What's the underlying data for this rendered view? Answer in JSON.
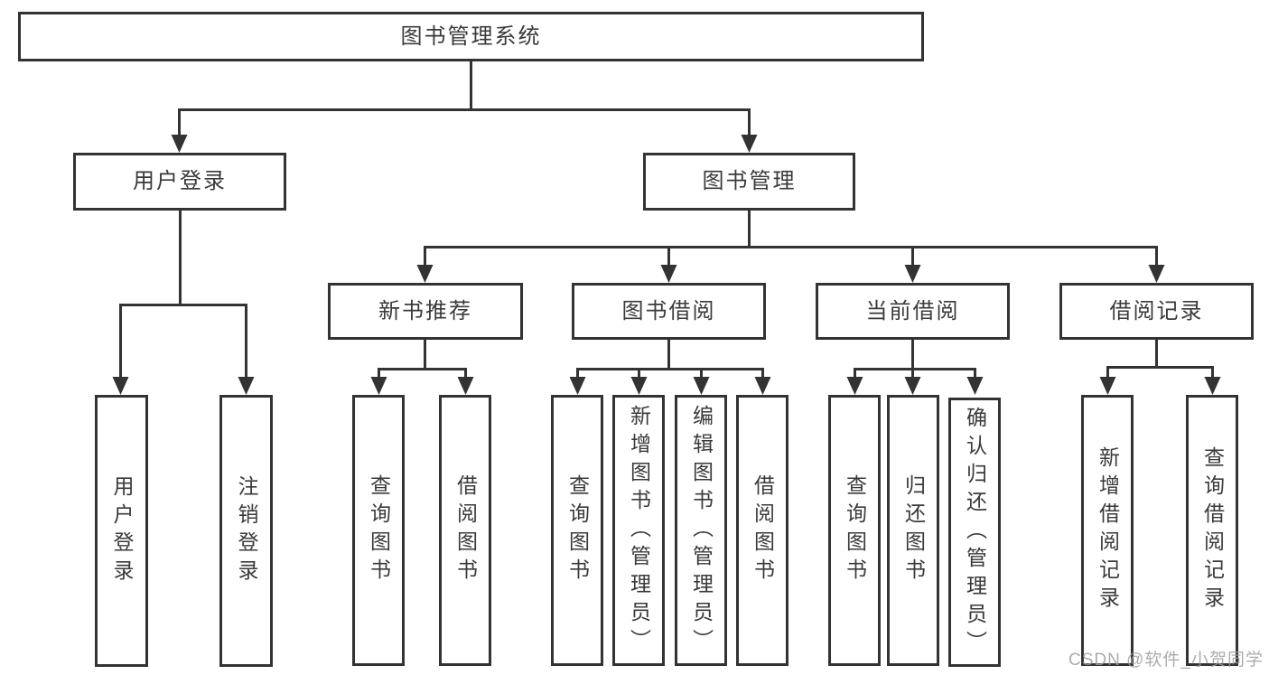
{
  "diagram": {
    "root": {
      "label": "图书管理系统"
    },
    "level2": [
      {
        "label": "用户登录"
      },
      {
        "label": "图书管理"
      }
    ],
    "level3": [
      {
        "label": "新书推荐"
      },
      {
        "label": "图书借阅"
      },
      {
        "label": "当前借阅"
      },
      {
        "label": "借阅记录"
      }
    ],
    "leaves": {
      "user_login": [
        "用户登录",
        "注销登录"
      ],
      "new_book_recommend": [
        "查询图书",
        "借阅图书"
      ],
      "book_borrow": [
        "查询图书",
        "新增图书（管理员）",
        "编辑图书（管理员）",
        "借阅图书"
      ],
      "current_borrow": [
        "查询图书",
        "归还图书",
        "确认归还（管理员）"
      ],
      "borrow_records": [
        "新增借阅记录",
        "查询借阅记录"
      ]
    },
    "colors": {
      "line": "#333333",
      "text": "#3a3a3a",
      "background": "#ffffff",
      "watermark": "#9e9e9e"
    },
    "watermark": "CSDN @软件_小贺同学"
  }
}
